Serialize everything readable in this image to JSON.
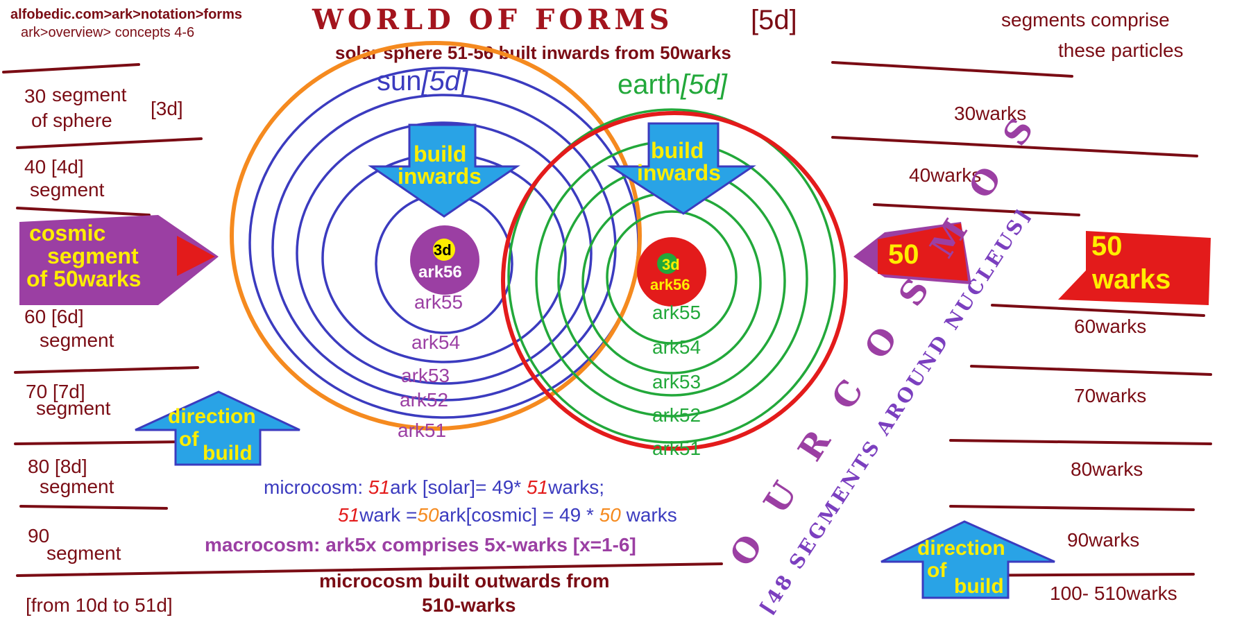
{
  "breadcrumb": {
    "line1": "alfobedic.com>ark>notation>forms",
    "line2": "ark>overview> concepts 4-6"
  },
  "title": {
    "main": "WORLD OF FORMS",
    "suffix": "[5d]"
  },
  "subtitle": "solar sphere 51-56 built  inwards   from 50warks",
  "top_right": {
    "line1": "segments comprise",
    "line2": "these particles"
  },
  "sun": {
    "label": "sun",
    "dim": "[5d]",
    "arrow": [
      "build",
      "inwards"
    ],
    "core": {
      "top": "3d",
      "bottom": "ark56"
    },
    "rings": [
      "ark55",
      "ark54",
      "ark53",
      "ark52",
      "ark51"
    ]
  },
  "earth": {
    "label": "earth",
    "dim": "[5d]",
    "arrow": [
      "build",
      "inwards"
    ],
    "core": {
      "top": "3d",
      "bottom": "ark56"
    },
    "rings": [
      "ark55",
      "ark54",
      "ark53",
      "ark52",
      "ark51"
    ]
  },
  "left_segments": [
    {
      "a": "30",
      "b": "segment",
      "c": "of sphere",
      "d": "[3d]"
    },
    {
      "a": "40 [4d]",
      "b": "segment"
    },
    {
      "a": "60 [6d]",
      "b": "segment"
    },
    {
      "a": "70  [7d]",
      "b": "segment"
    },
    {
      "a": "80 [8d]",
      "b": "segment"
    },
    {
      "a": "90",
      "b": "segment"
    }
  ],
  "left_footer": "[from 10d to 51d]",
  "cosmic_arrow": [
    "cosmic",
    "segment",
    "of 50warks"
  ],
  "direction_left": [
    "direction",
    "of",
    "build"
  ],
  "direction_right": [
    "direction",
    "of",
    "build"
  ],
  "right_arrow_label": "50",
  "right_box": [
    "50",
    "warks"
  ],
  "right_warks": [
    "30warks",
    "40warks",
    "60warks",
    "70warks",
    "80warks",
    "90warks",
    "100- 510warks"
  ],
  "cosmos_text": "O U R   C O S M O S",
  "nucleus_text": "[48 SEGMENTS AROUND NUCLEUS]",
  "formula1": {
    "a": "microcosm: ",
    "b": "51",
    "c": "ark [solar]= 49*  ",
    "d": "51",
    "e": "warks;"
  },
  "formula2": {
    "a": "51",
    "b": "wark =",
    "c": "50",
    "d": "ark[cosmic] = 49 * ",
    "e": "50",
    "f": " warks"
  },
  "macrocosm": "macrocosm: ark5x comprises 5x-warks [x=1-6]",
  "bottom": {
    "line1": "microcosm built outwards from",
    "line2": "510-warks"
  },
  "colors": {
    "maroon": "#7a0c14",
    "sun_blue": "#3b3bbf",
    "earth_green": "#22a83a",
    "orange": "#f58a1f",
    "red": "#e31b1b",
    "purple": "#9b3fa3",
    "arrow_blue": "#29a3e6",
    "yellow": "#ffee00"
  }
}
